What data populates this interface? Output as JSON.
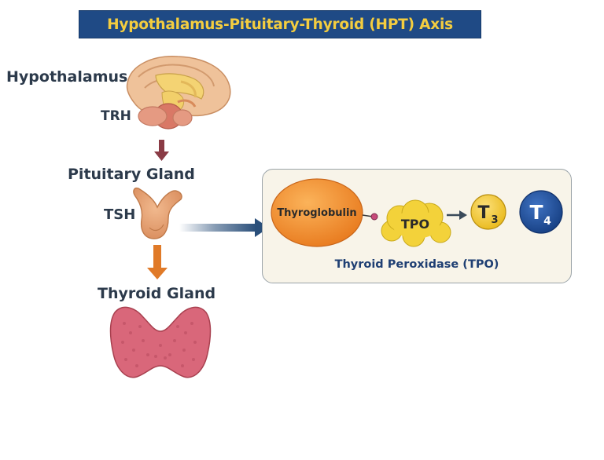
{
  "title": "Hypothalamus-Pituitary-Thyroid (HPT) Axis",
  "labels": {
    "hypothalamus": "Hypothalamus",
    "trh": "TRH",
    "pituitary": "Pituitary Gland",
    "tsh": "TSH",
    "thyroid": "Thyroid Gland"
  },
  "panel": {
    "thyroglobulin": "Thyroglobulin",
    "tpo": "TPO",
    "t3_letter": "T",
    "t3_sub": "3",
    "t4_letter": "T",
    "t4_sub": "4",
    "caption": "Thyroid Peroxidase (TPO)"
  },
  "colors": {
    "banner": "#1f4a85",
    "banner_text": "#f4cd3f",
    "arrow_trh": "#8a3b45",
    "arrow_tsh": "#e07a28",
    "arrow_panel": "#2a4f7a",
    "thyroglobulin": "#f08a2a",
    "tpo": "#f3d23a",
    "t3": "#f3c92a",
    "t4": "#1f4f9a"
  },
  "icons": [
    "brain-icon",
    "pituitary-icon",
    "thyroid-icon"
  ]
}
